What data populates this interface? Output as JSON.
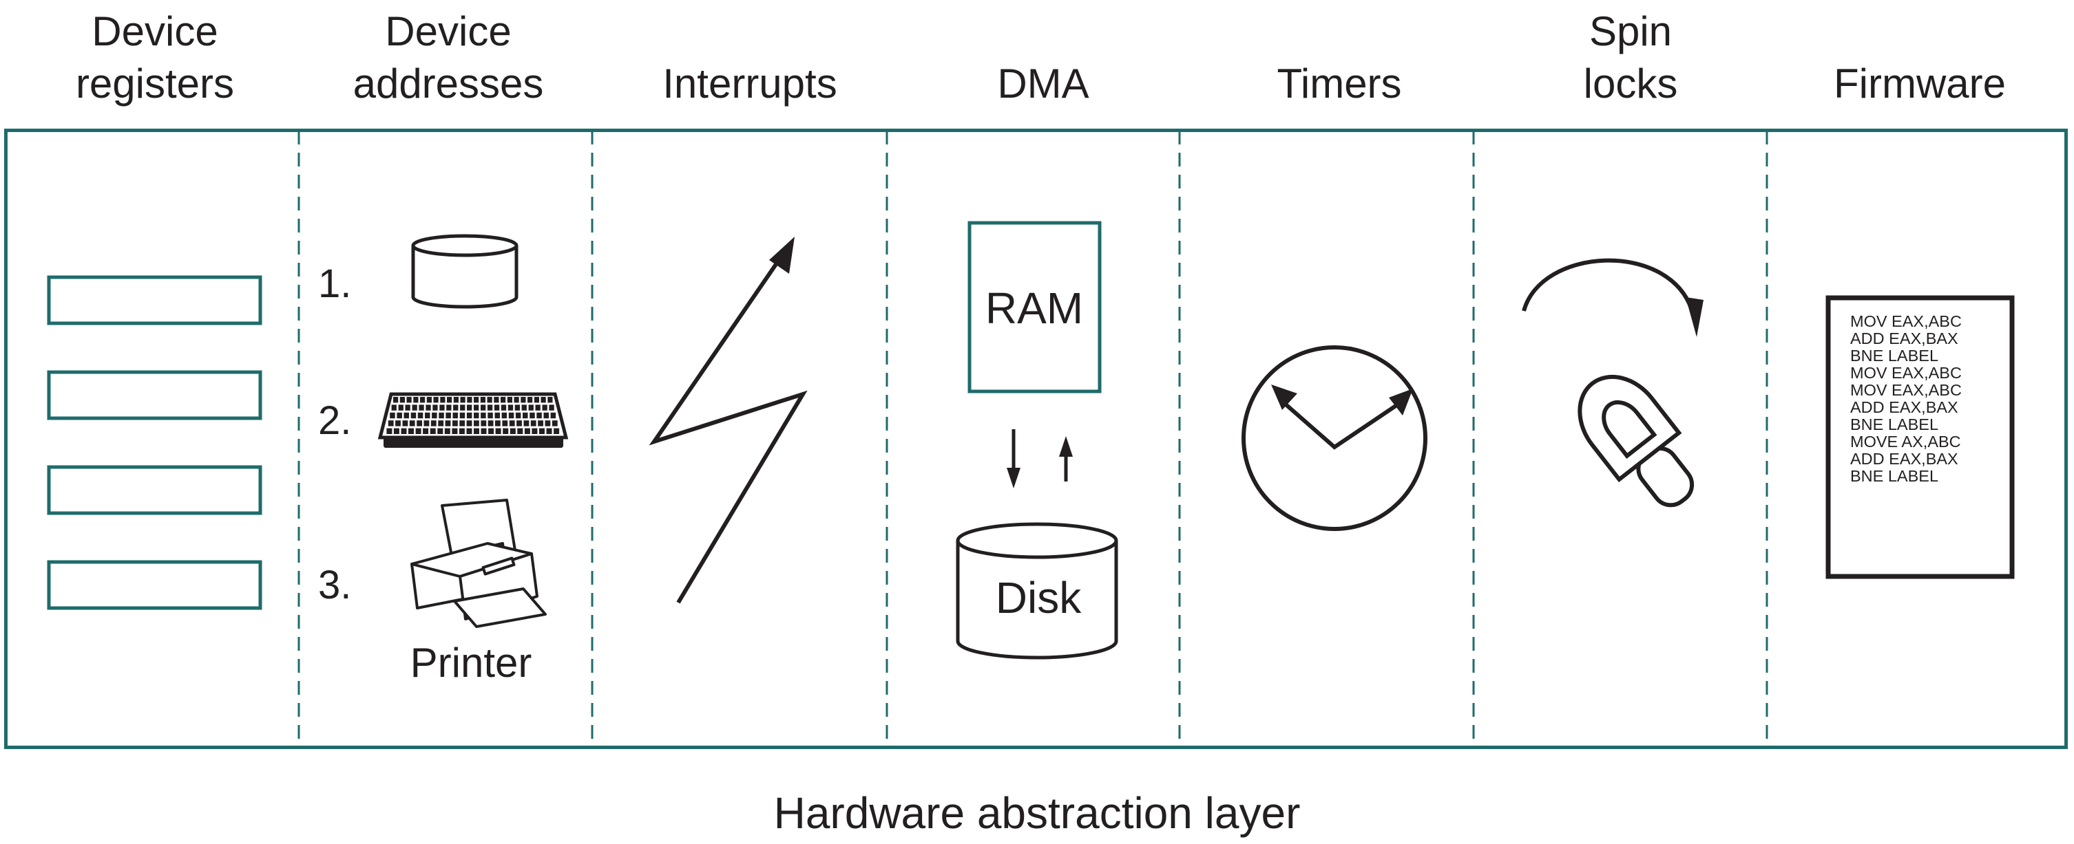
{
  "columns": [
    {
      "title_lines": [
        "Device",
        "registers"
      ]
    },
    {
      "title_lines": [
        "Device",
        "addresses"
      ]
    },
    {
      "title_lines": [
        "Interrupts"
      ]
    },
    {
      "title_lines": [
        "DMA"
      ]
    },
    {
      "title_lines": [
        "Timers"
      ]
    },
    {
      "title_lines": [
        "Spin",
        "locks"
      ]
    },
    {
      "title_lines": [
        "Firmware"
      ]
    }
  ],
  "device_addresses": {
    "items": [
      {
        "number": "1.",
        "icon": "disk-cylinder-icon"
      },
      {
        "number": "2.",
        "icon": "keyboard-icon"
      },
      {
        "number": "3.",
        "icon": "printer-icon",
        "label": "Printer"
      }
    ]
  },
  "dma": {
    "ram_label": "RAM",
    "disk_label": "Disk"
  },
  "firmware": {
    "code_lines": [
      "MOV EAX,ABC",
      "ADD EAX,BAX",
      "BNE LABEL",
      "MOV EAX,ABC",
      "MOV EAX,ABC",
      "ADD EAX,BAX",
      "BNE LABEL",
      "MOVE AX,ABC",
      "ADD EAX,BAX",
      "BNE LABEL"
    ]
  },
  "caption": "Hardware abstraction layer",
  "colors": {
    "accent": "#1f6b6b",
    "ink": "#231f20",
    "background": "#ffffff"
  }
}
